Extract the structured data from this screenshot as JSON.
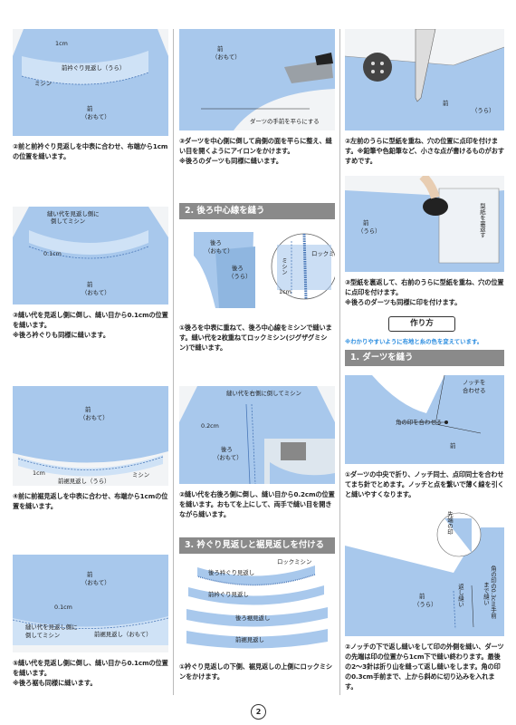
{
  "page_number": "2",
  "col1": {
    "s2": {
      "labels": {
        "a": "1cm",
        "b": "前衿ぐり見返し（うら）",
        "c": "ミシン",
        "d": "前",
        "e": "（おもて）"
      },
      "caption": "②前と前衿ぐり見返しを中表に合わせ、布端から1cmの位置を縫います。"
    },
    "s3": {
      "labels": {
        "a": "縫い代を見返し側に",
        "b": "倒してミシン",
        "c": "0.1cm",
        "d": "前",
        "e": "（おもて）"
      },
      "caption": "③縫い代を見返し側に倒し、縫い目から0.1cmの位置を縫います。",
      "note": "※後ろ衿ぐりも同様に縫います。"
    },
    "s4": {
      "labels": {
        "a": "前",
        "b": "（おもて）",
        "c": "1cm",
        "d": "前裾見返し（うら）",
        "e": "ミシン"
      },
      "caption": "④前に前裾見返しを中表に合わせ、布端から1cmの位置を縫います。"
    },
    "s5": {
      "labels": {
        "a": "前",
        "b": "（おもて）",
        "c": "0.1cm",
        "d": "縫い代を見返し側に",
        "e": "倒してミシン",
        "f": "前裾見返し（おもて）"
      },
      "caption": "⑤縫い代を見返し側に倒し、縫い目から0.1cmの位置を縫います。",
      "note": "※後ろ裾も同様に縫います。"
    }
  },
  "col2": {
    "s3": {
      "labels": {
        "a": "前",
        "b": "（おもて）",
        "c": "ダーツの手前を平らにする"
      },
      "caption": "③ダーツを中心側に倒して肩側の面を平らに整え、縫い目を開くようにアイロンをかけます。",
      "note": "※後ろのダーツも同様に縫います。"
    },
    "sec2": {
      "title": "2. 後ろ中心線を縫う"
    },
    "s1": {
      "labels": {
        "a": "後ろ",
        "b": "（おもて）",
        "c": "後ろ",
        "d": "（うら）",
        "e": "ミシン",
        "f": "ロックミシン",
        "g": "1cm"
      },
      "caption": "①後ろを中表に重ねて、後ろ中心線をミシンで縫います。縫い代を2枚重ねてロックミシン(ジグザグミシン)で縫います。"
    },
    "s2": {
      "labels": {
        "a": "縫い代を右側に倒してミシン",
        "b": "0.2cm",
        "c": "後ろ",
        "d": "（おもて）"
      },
      "caption": "②縫い代を右後ろ側に倒し、縫い目から0.2cmの位置を縫います。おもてを上にして、両手で縫い目を開きながら縫います。"
    },
    "sec3": {
      "title": "3. 衿ぐり見返しと裾見返しを付ける"
    },
    "s31": {
      "labels": {
        "a": "ロックミシン",
        "b": "後ろ衿ぐり見返し",
        "c": "前衿ぐり見返し",
        "d": "後ろ裾見返し",
        "e": "前裾見返し"
      },
      "caption": "①衿ぐり見返しの下側、裾見返しの上側にロックミシンをかけます。"
    }
  },
  "col3": {
    "s2": {
      "labels": {
        "a": "前",
        "b": "（うら）"
      },
      "caption": "②左前のうらに型紙を重ね、穴の位置に点印を付けます。※鉛筆や色鉛筆など、小さな点が書けるものがおすすめです。"
    },
    "s3": {
      "labels": {
        "a": "前",
        "b": "（うら）",
        "c": "型紙を裏返す"
      },
      "caption": "③型紙を裏返して、右前のうらに型紙を重ね、穴の位置に点印を付けます。",
      "note": "※後ろのダーツも同様に印を付けます。"
    },
    "howto": {
      "title": "作り方",
      "note": "※わかりやすいように布地と糸の色を変えています。"
    },
    "sec1": {
      "title": "1. ダーツを縫う"
    },
    "d1": {
      "labels": {
        "a": "ノッチを",
        "b": "合わせる",
        "c": "角の印を合わせる",
        "d": "前"
      },
      "caption": "①ダーツの中央で折り、ノッチ同士、点印同士を合わせてまち針でとめます。ノッチと点を繋いで薄く線を引くと縫いやすくなります。"
    },
    "d2": {
      "labels": {
        "a": "先端の印",
        "b": "前",
        "c": "（うら）",
        "d": "返し縫い",
        "e": "角の印の0.3cm手前",
        "f": "まで縫い"
      },
      "caption": "②ノッチの下で返し縫いをして印の外側を縫い、ダーツの先端は印の位置から1cm下で縫い終わります。最後の2～3針は折り山を縫って返し縫いをします。角の印の0.3cm手前まで、上から斜めに切り込みを入れます。"
    }
  }
}
